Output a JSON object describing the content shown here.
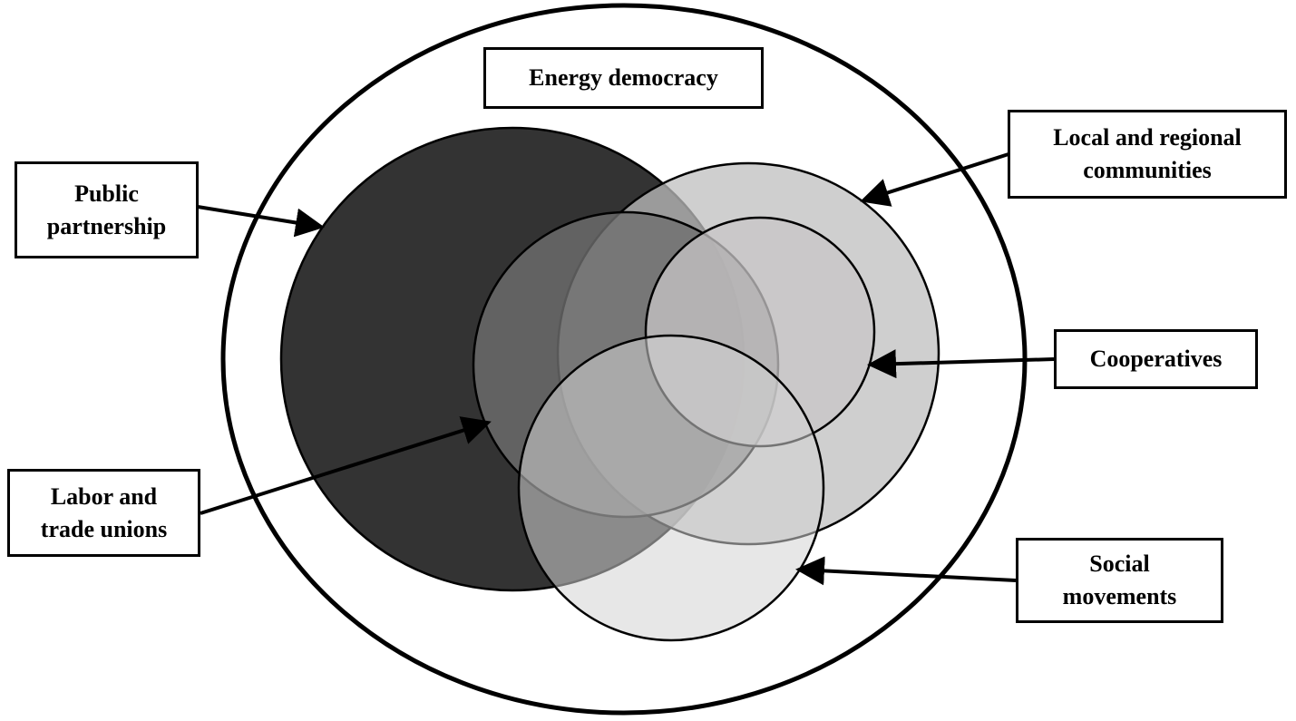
{
  "diagram": {
    "title": "Energy democracy",
    "labels": {
      "public_partnership": [
        "Public",
        "partnership"
      ],
      "local_regional_communities": [
        "Local and regional",
        "communities"
      ],
      "cooperatives": [
        "Cooperatives"
      ],
      "labor_trade_unions": [
        "Labor and",
        "trade unions"
      ],
      "social_movements": [
        "Social",
        "movements"
      ]
    }
  },
  "colors": {
    "public_partnership": "#333333",
    "local_regional_communities": "#9e9e9e",
    "labor_trade_unions": "#676767",
    "cooperatives": "#b9b7b8",
    "social_movements": "#b5b5b5",
    "outline": "#000000"
  }
}
